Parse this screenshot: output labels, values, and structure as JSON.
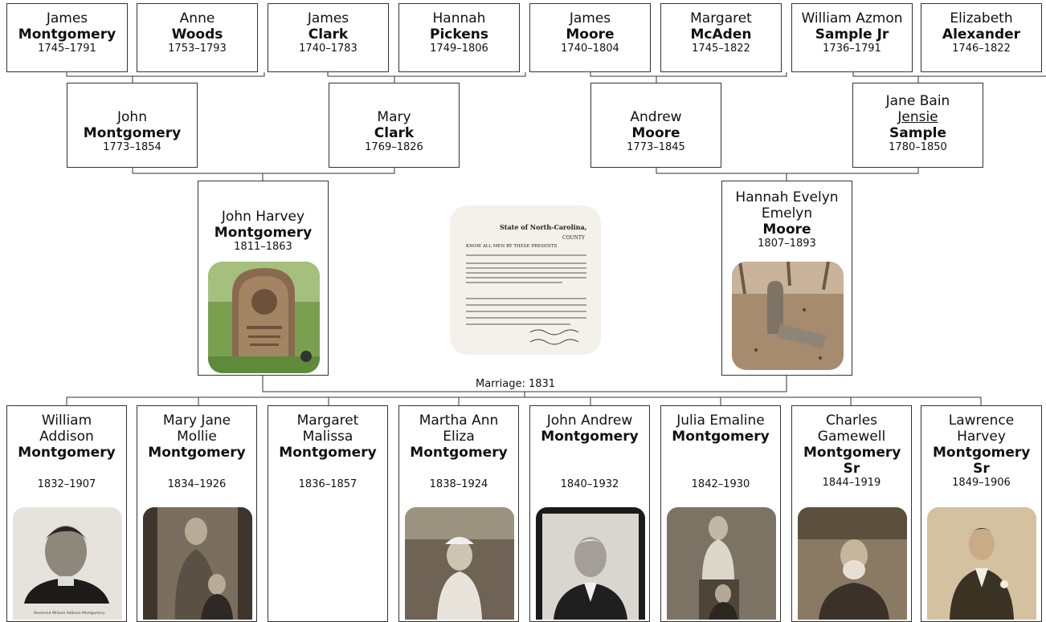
{
  "great_grandparents": [
    {
      "given": "James",
      "surname": "Montgomery",
      "years": "1745–1791"
    },
    {
      "given": "Anne",
      "surname": "Woods",
      "years": "1753–1793"
    },
    {
      "given": "James",
      "surname": "Clark",
      "years": "1740–1783"
    },
    {
      "given": "Hannah",
      "surname": "Pickens",
      "years": "1749–1806"
    },
    {
      "given": "James",
      "surname": "Moore",
      "years": "1740–1804"
    },
    {
      "given": "Margaret",
      "surname": "McAden",
      "years": "1745–1822"
    },
    {
      "given": "William Azmon",
      "surname": "Sample Jr",
      "years": "1736–1791"
    },
    {
      "given": "Elizabeth",
      "surname": "Alexander",
      "years": "1746–1822"
    }
  ],
  "grandparents": [
    {
      "given": "John",
      "surname": "Montgomery",
      "years": "1773–1854"
    },
    {
      "given": "Mary",
      "surname": "Clark",
      "years": "1769–1826"
    },
    {
      "given": "Andrew",
      "surname": "Moore",
      "years": "1773–1845"
    },
    {
      "given": "Jane Bain",
      "nickname": "Jensie",
      "surname": "Sample",
      "years": "1780–1850"
    }
  ],
  "parents": [
    {
      "given": "John Harvey",
      "surname": "Montgomery",
      "years": "1811–1863"
    },
    {
      "given": "Hannah Evelyn Emelyn",
      "surname": "Moore",
      "years": "1807–1893"
    }
  ],
  "marriage_label": "Marriage: 1831",
  "document_text": {
    "state": "State of North-Carolina,",
    "county": "COUNTY",
    "know": "KNOW ALL MEN BY THESE PRESENTS"
  },
  "children": [
    {
      "given": "William Addison",
      "surname": "Montgomery",
      "years": "1832–1907"
    },
    {
      "given": "Mary Jane Mollie",
      "surname": "Montgomery",
      "years": "1834–1926"
    },
    {
      "given": "Margaret Malissa",
      "surname": "Montgomery",
      "years": "1836–1857"
    },
    {
      "given": "Martha Ann Eliza",
      "surname": "Montgomery",
      "years": "1838–1924"
    },
    {
      "given": "John Andrew",
      "surname": "Montgomery",
      "years": "1840–1932"
    },
    {
      "given": "Julia Emaline",
      "surname": "Montgomery",
      "years": "1842–1930"
    },
    {
      "given": "Charles Gamewell",
      "surname": "Montgomery Sr",
      "years": "1844–1919"
    },
    {
      "given": "Lawrence Harvey",
      "surname": "Montgomery Sr",
      "years": "1849–1906"
    }
  ],
  "photo_captions": {
    "william": "Reverend William Addison Montgomery"
  },
  "colors": {
    "line": "#333333",
    "sepia": "#b39a78",
    "grass": "#5f8a3a",
    "stone": "#8a6a4e"
  }
}
